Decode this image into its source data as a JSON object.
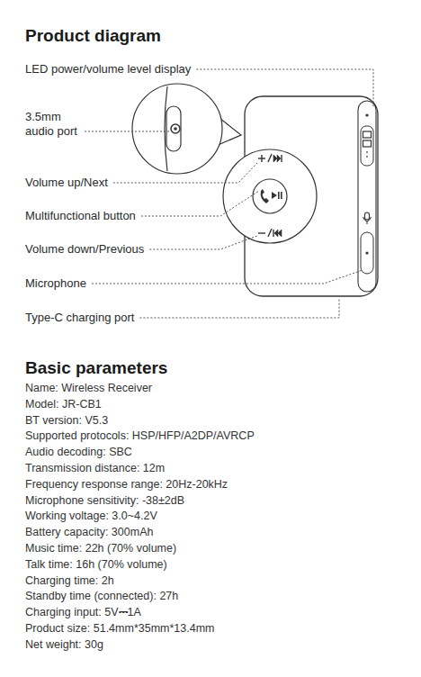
{
  "diagram": {
    "title": "Product diagram",
    "labels": [
      "LED power/volume level display",
      "3.5mm audio port",
      "Volume up/Next",
      "Multifunctional button",
      "Volume down/Previous",
      "Microphone",
      "Type-C charging port",
      "Basic parameters",
      "Name: Wireless Receiver",
      "Model: JR-CB1",
      "BT version: V5.3",
      "Supported protocols: HSP/HFP/A2DP/AVRCP",
      "Audio decoding: SBC",
      "Transmission distance: 12m",
      "Frequency response range: 20Hz-20kHz",
      "Microphone sensitivity: -38±2dB",
      "Working voltage: 3.0~4.2V",
      "Battery capacity: 300mAh",
      "Music time: 22h (70% volume)",
      "Talk time: 16h (70% volume)",
      "Charging time: 2h",
      "Standby time (connected): 27h",
      "Charging input: 5V⎓1A",
      "Product size: 51.4mm*35mm*13.4mm",
      "Net weight: 30g"
    ]
  }
}
